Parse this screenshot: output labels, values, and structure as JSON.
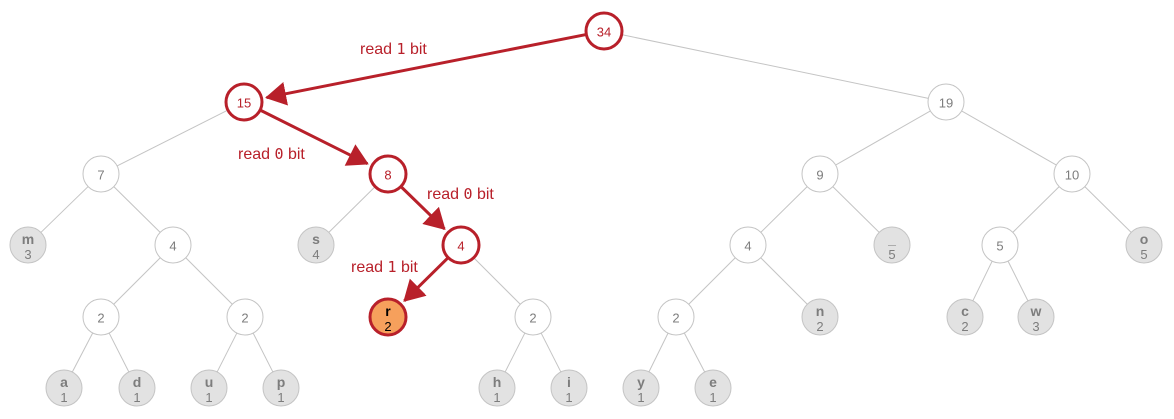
{
  "colors": {
    "edge": "#c4c4c4",
    "path": "#b8202a",
    "leaf_fill": "#e2e2e2",
    "target_fill": "#f6a05c",
    "text_gray": "#7d7d7d"
  },
  "nodes": [
    {
      "id": "n34",
      "weight": "34",
      "on_path": true
    },
    {
      "id": "n15",
      "weight": "15",
      "on_path": true
    },
    {
      "id": "n19",
      "weight": "19"
    },
    {
      "id": "n7",
      "weight": "7"
    },
    {
      "id": "n8",
      "weight": "8",
      "on_path": true
    },
    {
      "id": "n9",
      "weight": "9"
    },
    {
      "id": "n10",
      "weight": "10"
    },
    {
      "id": "n4a",
      "weight": "4"
    },
    {
      "id": "n4b",
      "weight": "4",
      "on_path": true
    },
    {
      "id": "n4c",
      "weight": "4"
    },
    {
      "id": "n5",
      "weight": "5"
    },
    {
      "id": "n2a",
      "weight": "2"
    },
    {
      "id": "n2b",
      "weight": "2"
    },
    {
      "id": "n2c",
      "weight": "2"
    },
    {
      "id": "n2d",
      "weight": "2"
    }
  ],
  "leaves": [
    {
      "id": "m",
      "char": "m",
      "count": "3"
    },
    {
      "id": "s",
      "char": "s",
      "count": "4"
    },
    {
      "id": "space",
      "char": "_",
      "count": "5"
    },
    {
      "id": "o",
      "char": "o",
      "count": "5"
    },
    {
      "id": "r",
      "char": "r",
      "count": "2",
      "target": true
    },
    {
      "id": "n",
      "char": "n",
      "count": "2"
    },
    {
      "id": "c",
      "char": "c",
      "count": "2"
    },
    {
      "id": "w",
      "char": "w",
      "count": "3"
    },
    {
      "id": "a",
      "char": "a",
      "count": "1"
    },
    {
      "id": "d",
      "char": "d",
      "count": "1"
    },
    {
      "id": "u",
      "char": "u",
      "count": "1"
    },
    {
      "id": "p",
      "char": "p",
      "count": "1"
    },
    {
      "id": "h",
      "char": "h",
      "count": "1"
    },
    {
      "id": "i",
      "char": "i",
      "count": "1"
    },
    {
      "id": "y",
      "char": "y",
      "count": "1"
    },
    {
      "id": "e",
      "char": "e",
      "count": "1"
    }
  ],
  "edges": [
    [
      "n15",
      "n34"
    ],
    [
      "n34",
      "n19"
    ],
    [
      "n15",
      "n7"
    ],
    [
      "n15",
      "n8"
    ],
    [
      "n19",
      "n9"
    ],
    [
      "n19",
      "n10"
    ],
    [
      "n7",
      "m"
    ],
    [
      "n7",
      "n4a"
    ],
    [
      "n8",
      "s"
    ],
    [
      "n8",
      "n4b"
    ],
    [
      "n9",
      "n4c"
    ],
    [
      "n9",
      "space"
    ],
    [
      "n10",
      "n5"
    ],
    [
      "n10",
      "o"
    ],
    [
      "n4a",
      "n2a"
    ],
    [
      "n4a",
      "n2b"
    ],
    [
      "n4b",
      "r"
    ],
    [
      "n4b",
      "n2c"
    ],
    [
      "n4c",
      "n2d"
    ],
    [
      "n4c",
      "n"
    ],
    [
      "n5",
      "c"
    ],
    [
      "n5",
      "w"
    ],
    [
      "n2a",
      "a"
    ],
    [
      "n2a",
      "d"
    ],
    [
      "n2b",
      "u"
    ],
    [
      "n2b",
      "p"
    ],
    [
      "n2c",
      "h"
    ],
    [
      "n2c",
      "i"
    ],
    [
      "n2d",
      "y"
    ],
    [
      "n2d",
      "e"
    ]
  ],
  "path_edges": [
    {
      "from": "n34",
      "to": "n15",
      "label_text": "read ",
      "label_bit": "1",
      "label_suffix": " bit"
    },
    {
      "from": "n15",
      "to": "n8",
      "label_text": "read ",
      "label_bit": "0",
      "label_suffix": " bit"
    },
    {
      "from": "n8",
      "to": "n4b",
      "label_text": "read ",
      "label_bit": "0",
      "label_suffix": " bit"
    },
    {
      "from": "n4b",
      "to": "r",
      "label_text": "read ",
      "label_bit": "1",
      "label_suffix": " bit"
    }
  ]
}
